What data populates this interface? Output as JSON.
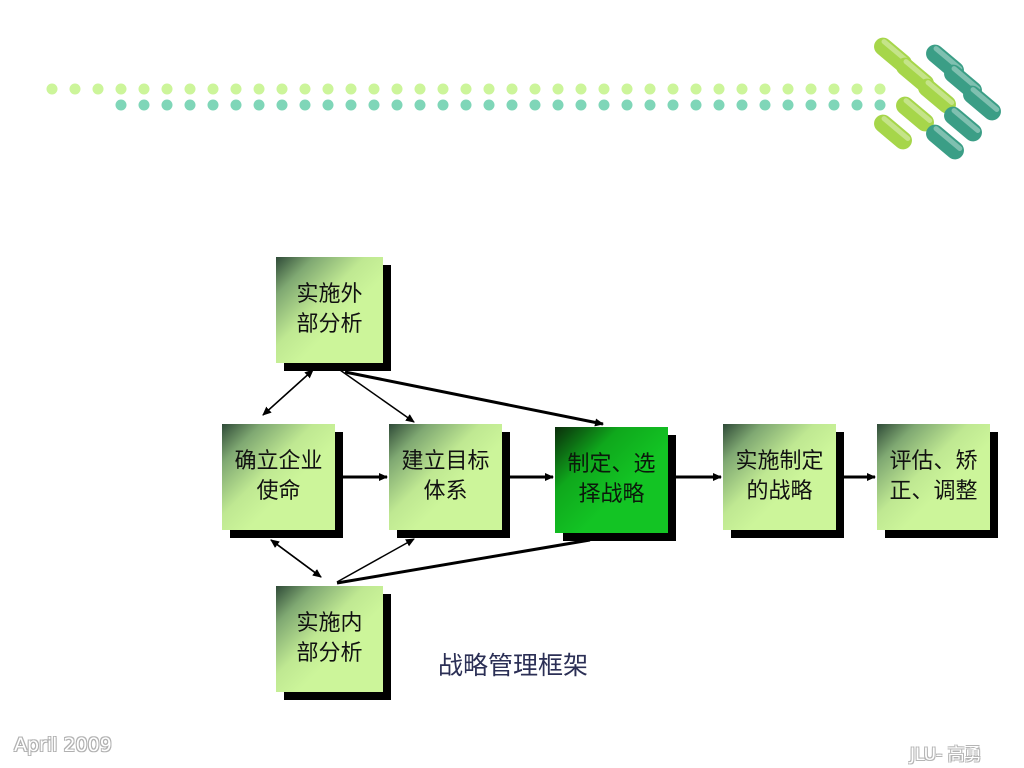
{
  "diagram": {
    "nodes": [
      {
        "id": "external",
        "label": "实施外\n部分析",
        "style": "light"
      },
      {
        "id": "mission",
        "label": "确立企业\n使命",
        "style": "light"
      },
      {
        "id": "goals",
        "label": "建立目标\n体系",
        "style": "light"
      },
      {
        "id": "strategy",
        "label": "制定、选\n择战略",
        "style": "dark"
      },
      {
        "id": "implement",
        "label": "实施制定\n的战略",
        "style": "light"
      },
      {
        "id": "evaluate",
        "label": "评估、矫\n正、调整",
        "style": "light"
      },
      {
        "id": "internal",
        "label": "实施内\n部分析",
        "style": "light"
      }
    ],
    "edges": [
      {
        "from": "external",
        "to": "mission",
        "type": "bidirectional"
      },
      {
        "from": "external",
        "to": "goals",
        "type": "arrow"
      },
      {
        "from": "external",
        "to": "strategy",
        "type": "arrow-bold"
      },
      {
        "from": "mission",
        "to": "goals",
        "type": "arrow-bold"
      },
      {
        "from": "goals",
        "to": "strategy",
        "type": "arrow-bold"
      },
      {
        "from": "strategy",
        "to": "implement",
        "type": "arrow-bold"
      },
      {
        "from": "implement",
        "to": "evaluate",
        "type": "arrow-bold"
      },
      {
        "from": "mission",
        "to": "internal",
        "type": "bidirectional"
      },
      {
        "from": "internal",
        "to": "goals",
        "type": "arrow"
      },
      {
        "from": "internal",
        "to": "strategy",
        "type": "line-bold"
      }
    ],
    "caption": "战略管理框架"
  },
  "footer": {
    "date": "April 2009",
    "author": "JLU- 高勇"
  },
  "colors": {
    "box_light": "#ccf59a",
    "box_dark": "#13c424",
    "dots_light": "#ccf59a",
    "dots_teal": "#7fd6b8",
    "caption": "#2b2f55"
  }
}
